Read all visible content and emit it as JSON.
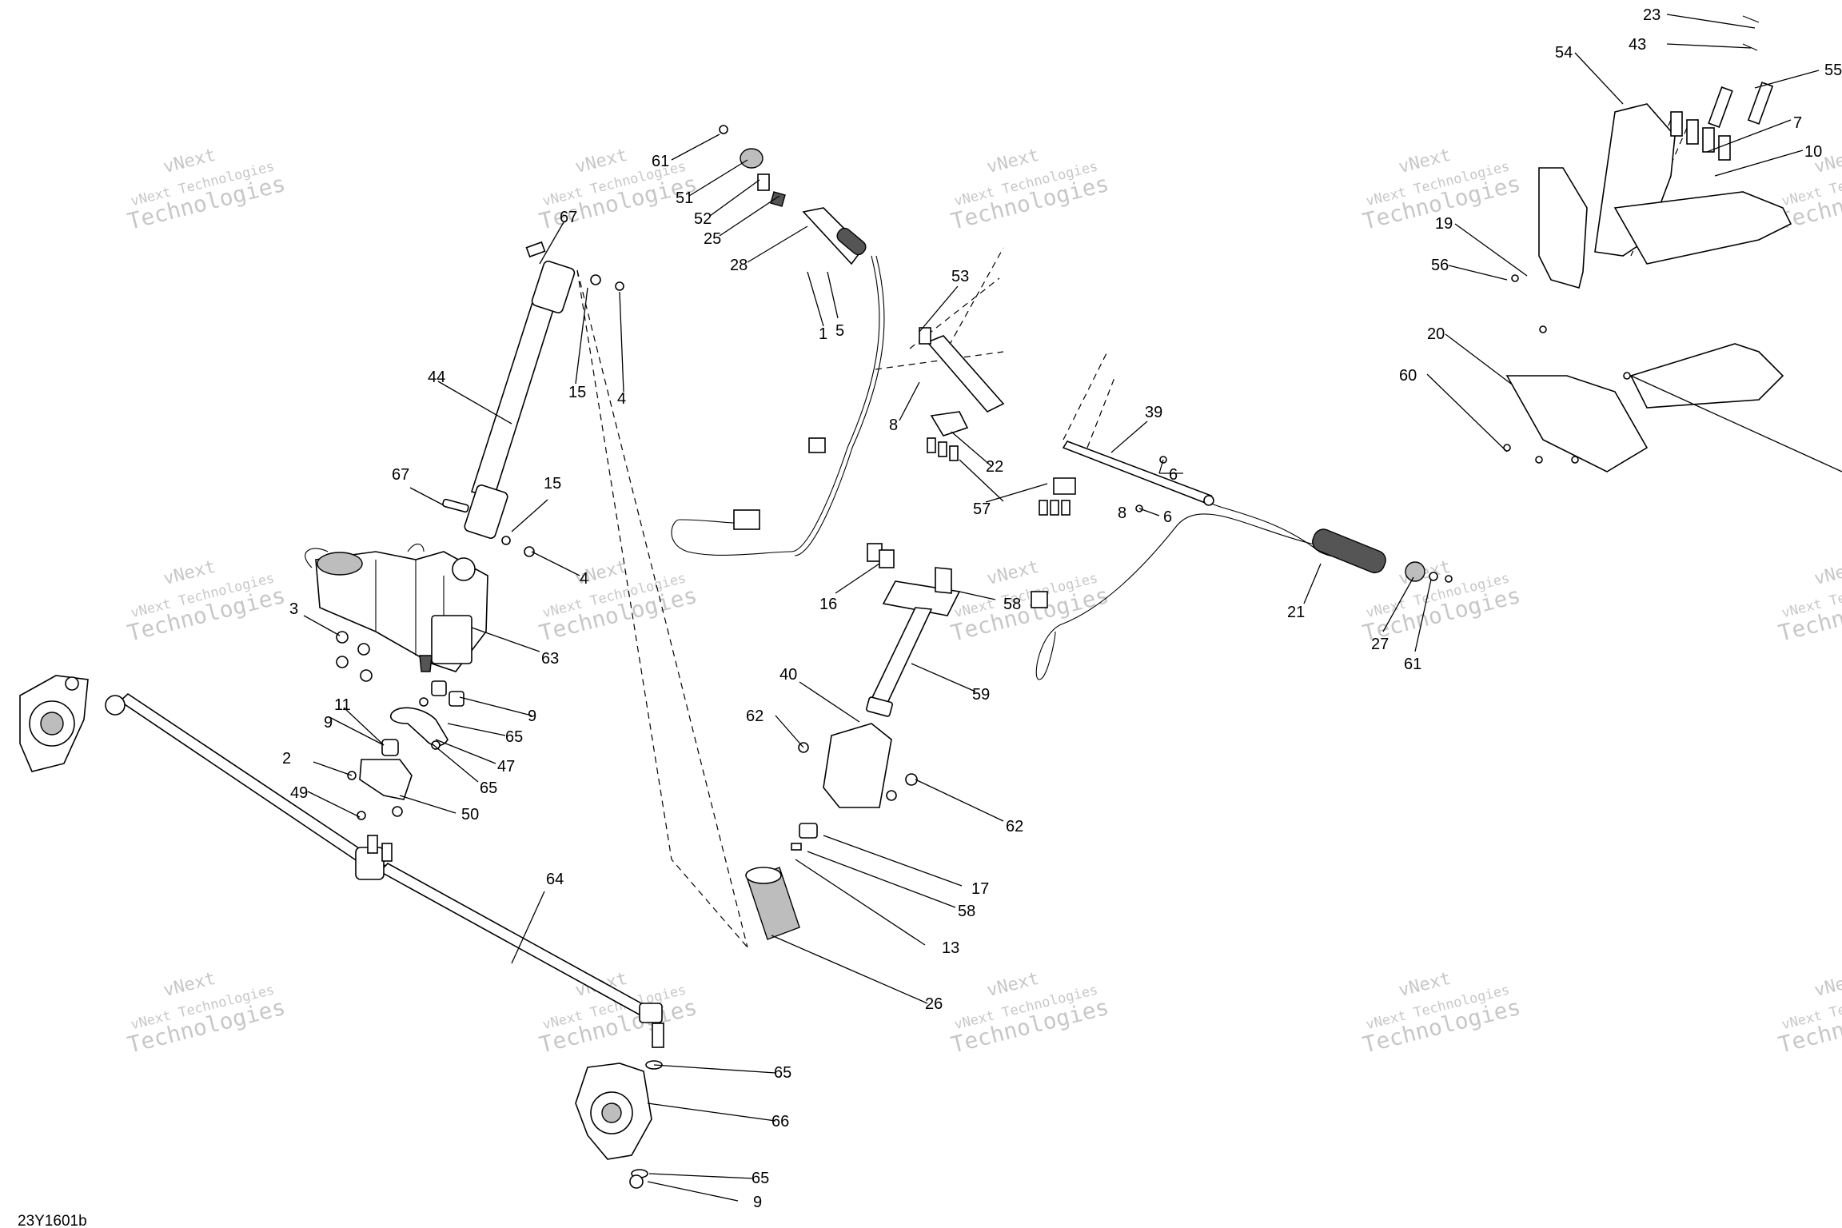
{
  "diagram_ref": "23Y1601b",
  "watermark": {
    "line1": "vNext Technologies",
    "line2": "Technologies",
    "tag": "vNext"
  },
  "callouts": [
    {
      "id": "c23",
      "text": "23"
    },
    {
      "id": "c43",
      "text": "43"
    },
    {
      "id": "c54",
      "text": "54"
    },
    {
      "id": "c55",
      "text": "55"
    },
    {
      "id": "c7",
      "text": "7"
    },
    {
      "id": "c10",
      "text": "10"
    },
    {
      "id": "c19",
      "text": "19"
    },
    {
      "id": "c56",
      "text": "56"
    },
    {
      "id": "c20",
      "text": "20"
    },
    {
      "id": "c60",
      "text": "60"
    },
    {
      "id": "c61a",
      "text": "61"
    },
    {
      "id": "c51",
      "text": "51"
    },
    {
      "id": "c52",
      "text": "52"
    },
    {
      "id": "c25",
      "text": "25"
    },
    {
      "id": "c28",
      "text": "28"
    },
    {
      "id": "c1",
      "text": "1"
    },
    {
      "id": "c5",
      "text": "5"
    },
    {
      "id": "c53",
      "text": "53"
    },
    {
      "id": "c8a",
      "text": "8"
    },
    {
      "id": "c22",
      "text": "22"
    },
    {
      "id": "c57",
      "text": "57"
    },
    {
      "id": "c39",
      "text": "39"
    },
    {
      "id": "c6a",
      "text": "6"
    },
    {
      "id": "c8b",
      "text": "8"
    },
    {
      "id": "c6b",
      "text": "6"
    },
    {
      "id": "c67a",
      "text": "67"
    },
    {
      "id": "c15a",
      "text": "15"
    },
    {
      "id": "c4a",
      "text": "4"
    },
    {
      "id": "c44",
      "text": "44"
    },
    {
      "id": "c67b",
      "text": "67"
    },
    {
      "id": "c15b",
      "text": "15"
    },
    {
      "id": "c4b",
      "text": "4"
    },
    {
      "id": "c3",
      "text": "3"
    },
    {
      "id": "c63",
      "text": "63"
    },
    {
      "id": "c16",
      "text": "16"
    },
    {
      "id": "c58a",
      "text": "58"
    },
    {
      "id": "c21",
      "text": "21"
    },
    {
      "id": "c27",
      "text": "27"
    },
    {
      "id": "c61b",
      "text": "61"
    },
    {
      "id": "c59",
      "text": "59"
    },
    {
      "id": "c40",
      "text": "40"
    },
    {
      "id": "c62a",
      "text": "62"
    },
    {
      "id": "c62b",
      "text": "62"
    },
    {
      "id": "c11",
      "text": "11"
    },
    {
      "id": "c9a",
      "text": "9"
    },
    {
      "id": "c9b",
      "text": "9"
    },
    {
      "id": "c65a",
      "text": "65"
    },
    {
      "id": "c47",
      "text": "47"
    },
    {
      "id": "c65b",
      "text": "65"
    },
    {
      "id": "c2",
      "text": "2"
    },
    {
      "id": "c49",
      "text": "49"
    },
    {
      "id": "c50",
      "text": "50"
    },
    {
      "id": "c17",
      "text": "17"
    },
    {
      "id": "c58b",
      "text": "58"
    },
    {
      "id": "c13",
      "text": "13"
    },
    {
      "id": "c64",
      "text": "64"
    },
    {
      "id": "c26",
      "text": "26"
    },
    {
      "id": "c65c",
      "text": "65"
    },
    {
      "id": "c66",
      "text": "66"
    },
    {
      "id": "c65d",
      "text": "65"
    },
    {
      "id": "c9c",
      "text": "9"
    }
  ]
}
